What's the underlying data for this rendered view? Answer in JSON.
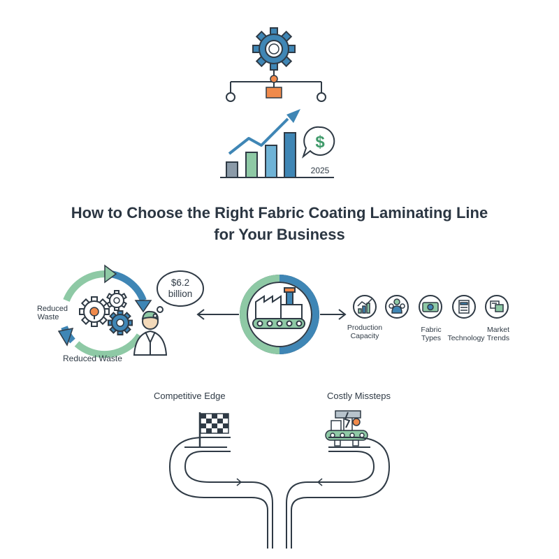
{
  "title": {
    "line1": "How to Choose the Right Fabric Coating Laminating Line",
    "line2": "for Your Business"
  },
  "top_chart": {
    "year_label": "2025",
    "currency_icon": "dollar-icon"
  },
  "left_cycle": {
    "label_a_line1": "Reduced",
    "label_a_line2": "Waste",
    "label_b": "Reduced Waste",
    "bubble_line1": "$6.2",
    "bubble_line2": "billion"
  },
  "factors": [
    {
      "icon": "bar-chart-icon",
      "line1": "Production",
      "line2": "Capacity"
    },
    {
      "icon": "people-icon",
      "line1": "Fabric",
      "line2": "Types"
    },
    {
      "icon": "fabric-roll-icon",
      "line1": "Technology",
      "line2": ""
    },
    {
      "icon": "document-icon",
      "line1": "Market",
      "line2": "Trends"
    },
    {
      "icon": "monitor-icon",
      "line1": "",
      "line2": ""
    }
  ],
  "crossroads": {
    "left_label": "Competitive Edge",
    "right_label": "Costly Missteps"
  },
  "colors": {
    "blue": "#3f86b5",
    "green": "#8ec9a5",
    "orange": "#f08a4b",
    "dark": "#2f3a45"
  }
}
